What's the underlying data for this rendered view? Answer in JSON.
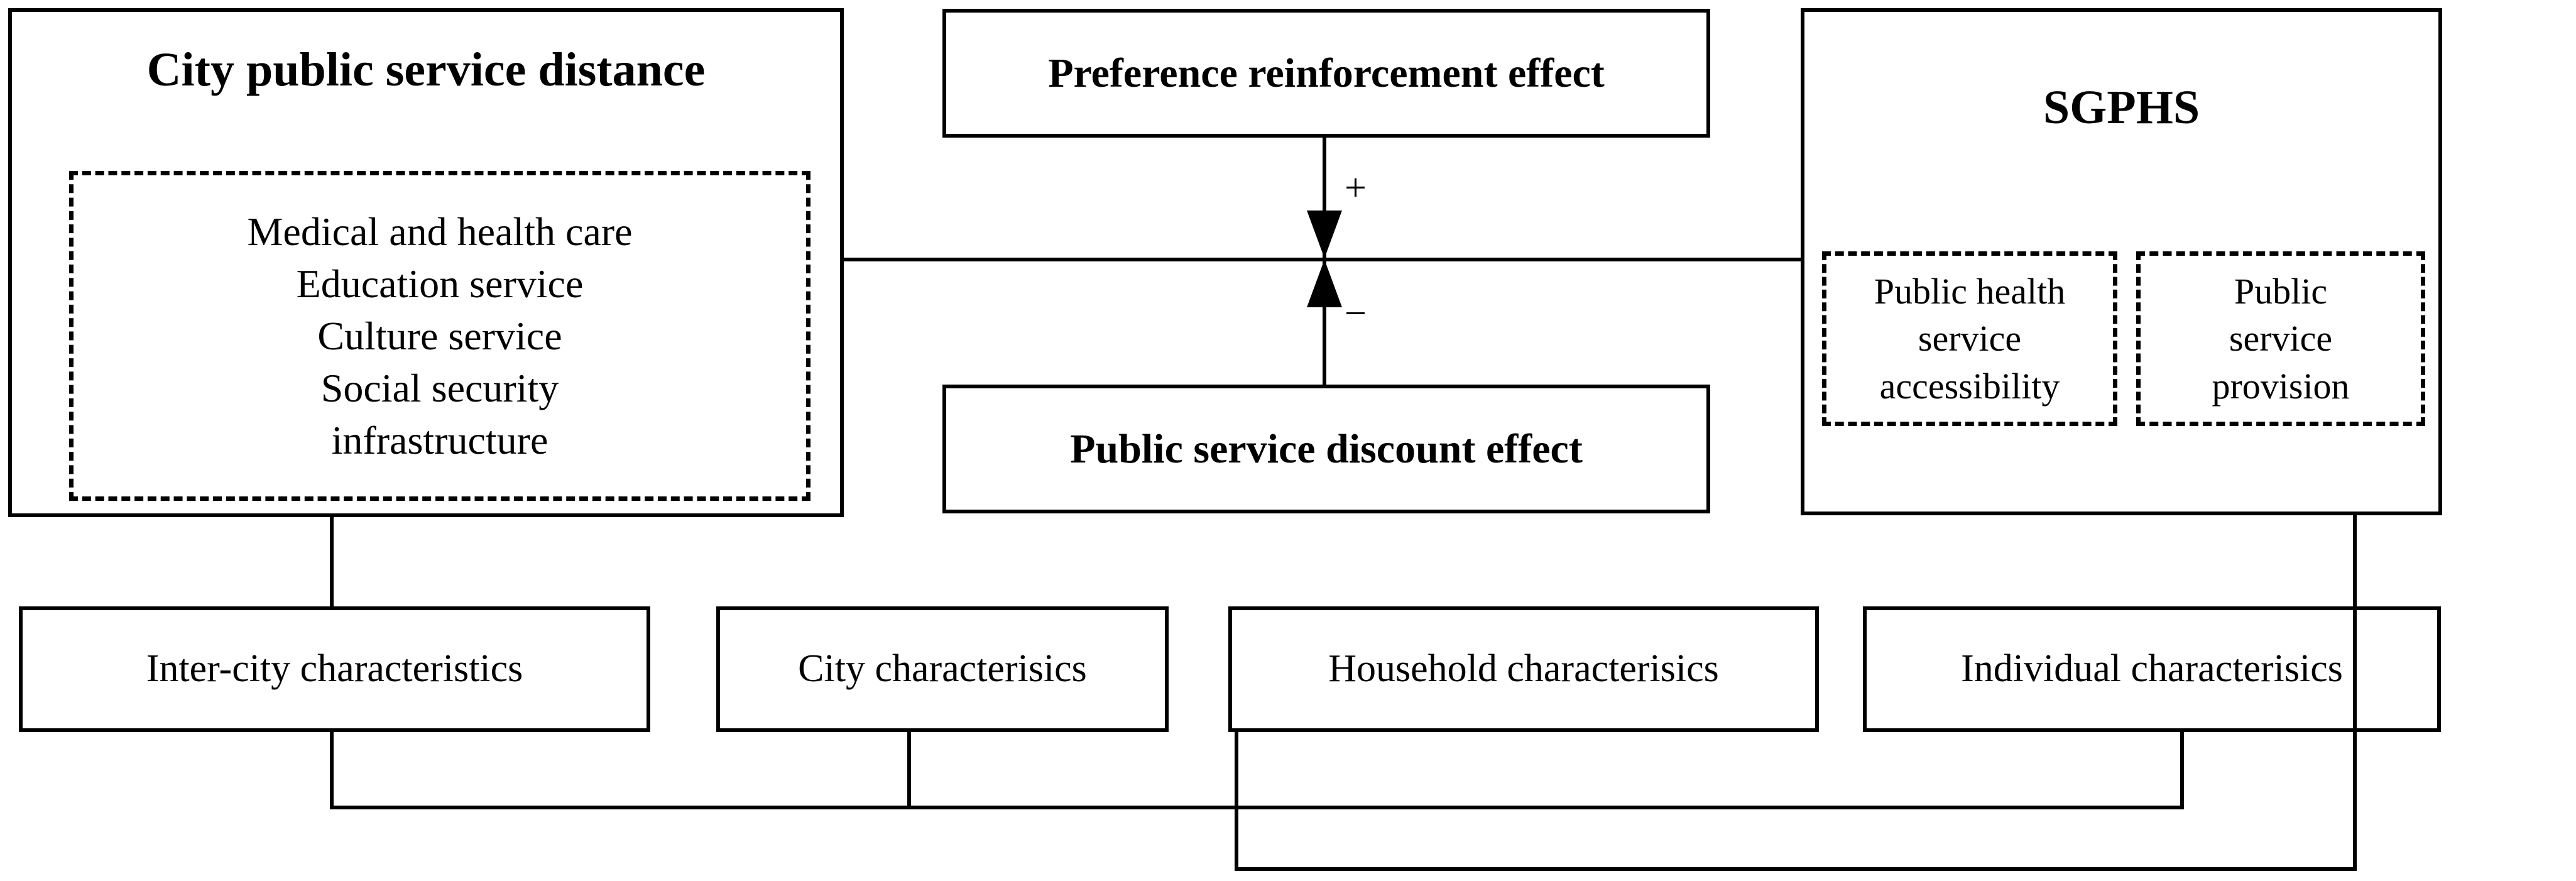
{
  "diagram": {
    "title_left": "City public service distance",
    "title_right": "SGPHS",
    "left_items": [
      "Medical and health care",
      "Education service",
      "Culture service",
      "Social security",
      "infrastructure"
    ],
    "effect_top": "Preference reinforcement effect",
    "effect_bottom": "Public service discount effect",
    "sign_positive": "+",
    "sign_negative": "−",
    "right_items": [
      [
        "Public health",
        "service",
        "accessibility"
      ],
      [
        "Public",
        "service",
        "provision"
      ]
    ],
    "controls": [
      "Inter-city characteristics",
      "City characterisics",
      "Household characterisics",
      "Individual characterisics"
    ],
    "colors": {
      "stroke": "#000000",
      "background": "#ffffff"
    }
  }
}
